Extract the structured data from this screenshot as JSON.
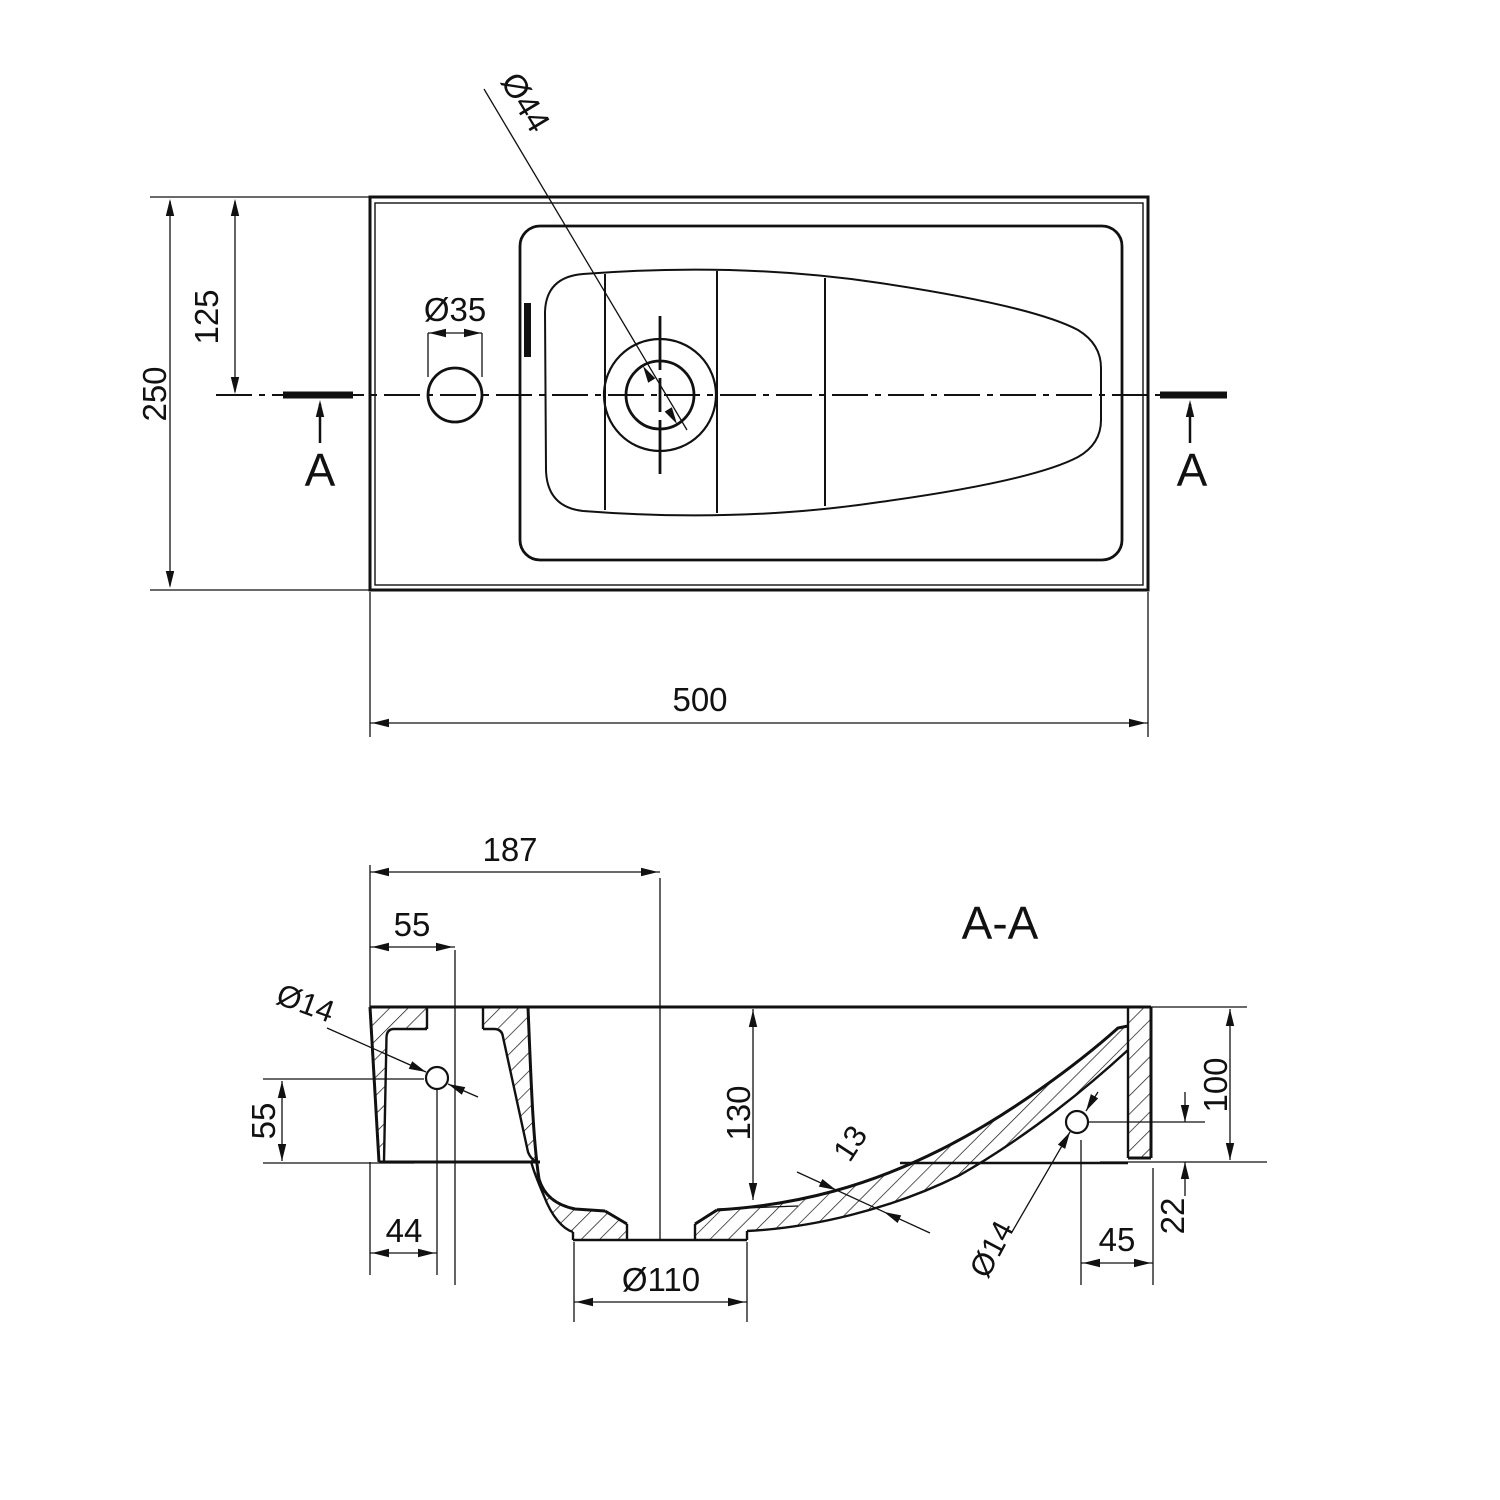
{
  "drawing": {
    "kind": "washbasin technical drawing",
    "colors": {
      "line": "#111111",
      "background": "#ffffff"
    },
    "top_view": {
      "dim_width": "500",
      "dim_depth": "250",
      "dim_centerline": "125",
      "dim_faucet_hole": "Ø35",
      "dim_drain_hole": "Ø44",
      "section_marker_left": "A",
      "section_marker_right": "A"
    },
    "section_view": {
      "title": "A-A",
      "dim_left_to_drain": "187",
      "dim_faucet_offset": "55",
      "dim_fix_hole_left": "Ø14",
      "dim_fix_hole_left_height": "55",
      "dim_fix_hole_left_offset": "44",
      "dim_drain_boss": "Ø110",
      "dim_basin_depth": "130",
      "dim_wall_thickness": "13",
      "dim_fix_hole_right": "Ø14",
      "dim_fix_hole_right_offset": "45",
      "dim_fix_hole_right_height": "22",
      "dim_right_height": "100"
    }
  }
}
